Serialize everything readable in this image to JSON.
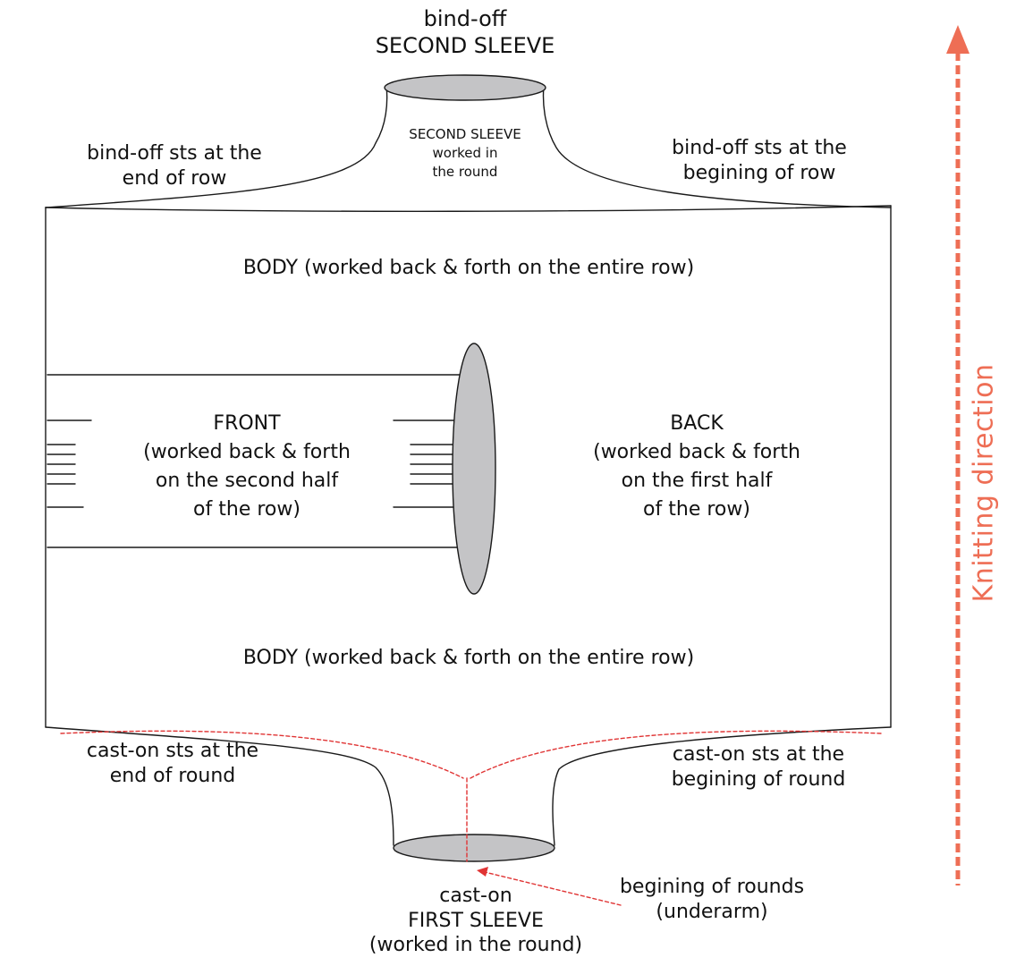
{
  "colors": {
    "outline": "#1a1a1a",
    "opening_fill": "#c4c4c6",
    "dashed_red": "#e03434",
    "direction": "#ee6e55"
  },
  "top": {
    "line1": "bind-off",
    "line2": "SECOND SLEEVE"
  },
  "second_sleeve": {
    "line1": "SECOND SLEEVE",
    "line2": "worked in",
    "line3": "the round"
  },
  "bind_off_end": {
    "line1": "bind-off sts at the",
    "line2": "end of row"
  },
  "bind_off_begin": {
    "line1": "bind-off sts at the",
    "line2": "begining of row"
  },
  "body_top": "BODY (worked back & forth on the entire row)",
  "front": {
    "line1": "FRONT",
    "line2": "(worked back & forth",
    "line3": "on the second half",
    "line4": "of the row)"
  },
  "back": {
    "line1": "BACK",
    "line2": "(worked back & forth",
    "line3": "on the first half",
    "line4": "of the row)"
  },
  "body_bottom": "BODY (worked back & forth on the entire row)",
  "cast_on_end": {
    "line1": "cast-on sts at the",
    "line2": "end of round"
  },
  "cast_on_begin": {
    "line1": "cast-on sts at the",
    "line2": "begining of round"
  },
  "rounds_start": {
    "line1": "begining of rounds",
    "line2": "(underarm)"
  },
  "bottom": {
    "line1": "cast-on",
    "line2": "FIRST SLEEVE",
    "line3": "(worked in the round)"
  },
  "direction_label": "Knitting direction"
}
